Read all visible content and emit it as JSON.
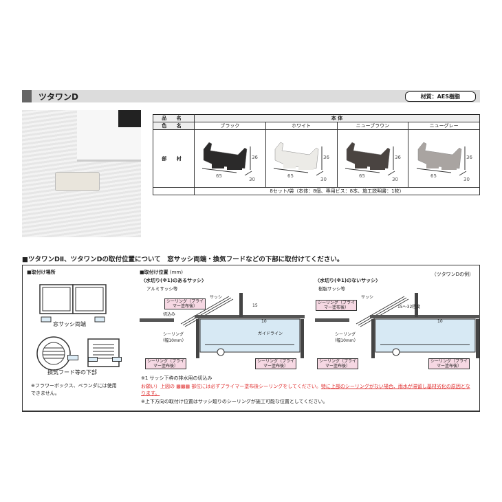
{
  "header": {
    "title": "ツタワンD",
    "material": "材質：AES樹脂"
  },
  "table": {
    "row_product_label": "品 名",
    "product": "本 体",
    "row_color_label": "色 名",
    "colors": [
      {
        "name": "ブラック",
        "swatch": "#2b2a2a"
      },
      {
        "name": "ホワイト",
        "swatch": "#ecebe7"
      },
      {
        "name": "ニューブラウン",
        "swatch": "#4a4441"
      },
      {
        "name": "ニューグレー",
        "swatch": "#a9a4a1"
      }
    ],
    "row_part_label": "部 材",
    "dims": {
      "width": "65",
      "height": "36",
      "depth": "30"
    },
    "package": "8セット/袋（本体：8個、専用ビス：8本、施工説明書：1枚）"
  },
  "section": {
    "title": "■ツタワンDⅡ、ツタワンDの取付位置について　窓サッシ両端・換気フードなどの下部に取付けてください。"
  },
  "location": {
    "title": "■取付け場所",
    "window_label": "窓サッシ両端",
    "hood_label": "換気フード等の下部",
    "note": "※フラワーボックス、ベランダには使用できません。"
  },
  "position": {
    "title": "■取付け位置",
    "unit": "(mm)",
    "example": "（ツタワンDの例）",
    "left": {
      "title": "〈水切り(※1)のあるサッシ〉",
      "sub": "アルミサッシ等",
      "sash": "サッシ",
      "cut": "切込み",
      "dim": "15",
      "dim2": "10",
      "guide": "ガイドライン"
    },
    "right": {
      "title": "〈水切り(※1)のないサッシ〉",
      "sub": "樹脂サッシ等",
      "sash": "サッシ",
      "dim": "15～32程度",
      "dim2": "10"
    },
    "sealing": "シーリング（プライマー塗布後）",
    "sealing_w": "シーリング（幅10mm）",
    "note1": "※1 サッシ下枠の排水用の切込み",
    "warn1": "お願い）上図の ▩▩▩ 部位には必ずプライマー塗布後シーリングをしてください。",
    "warn2": "特に上部のシーリングがない場合、雨水が滞留し基材劣化の原因となります。",
    "note2": "※上下方向の取付け位置はサッシ廻りのシーリングが施工可能な位置としてください。"
  }
}
